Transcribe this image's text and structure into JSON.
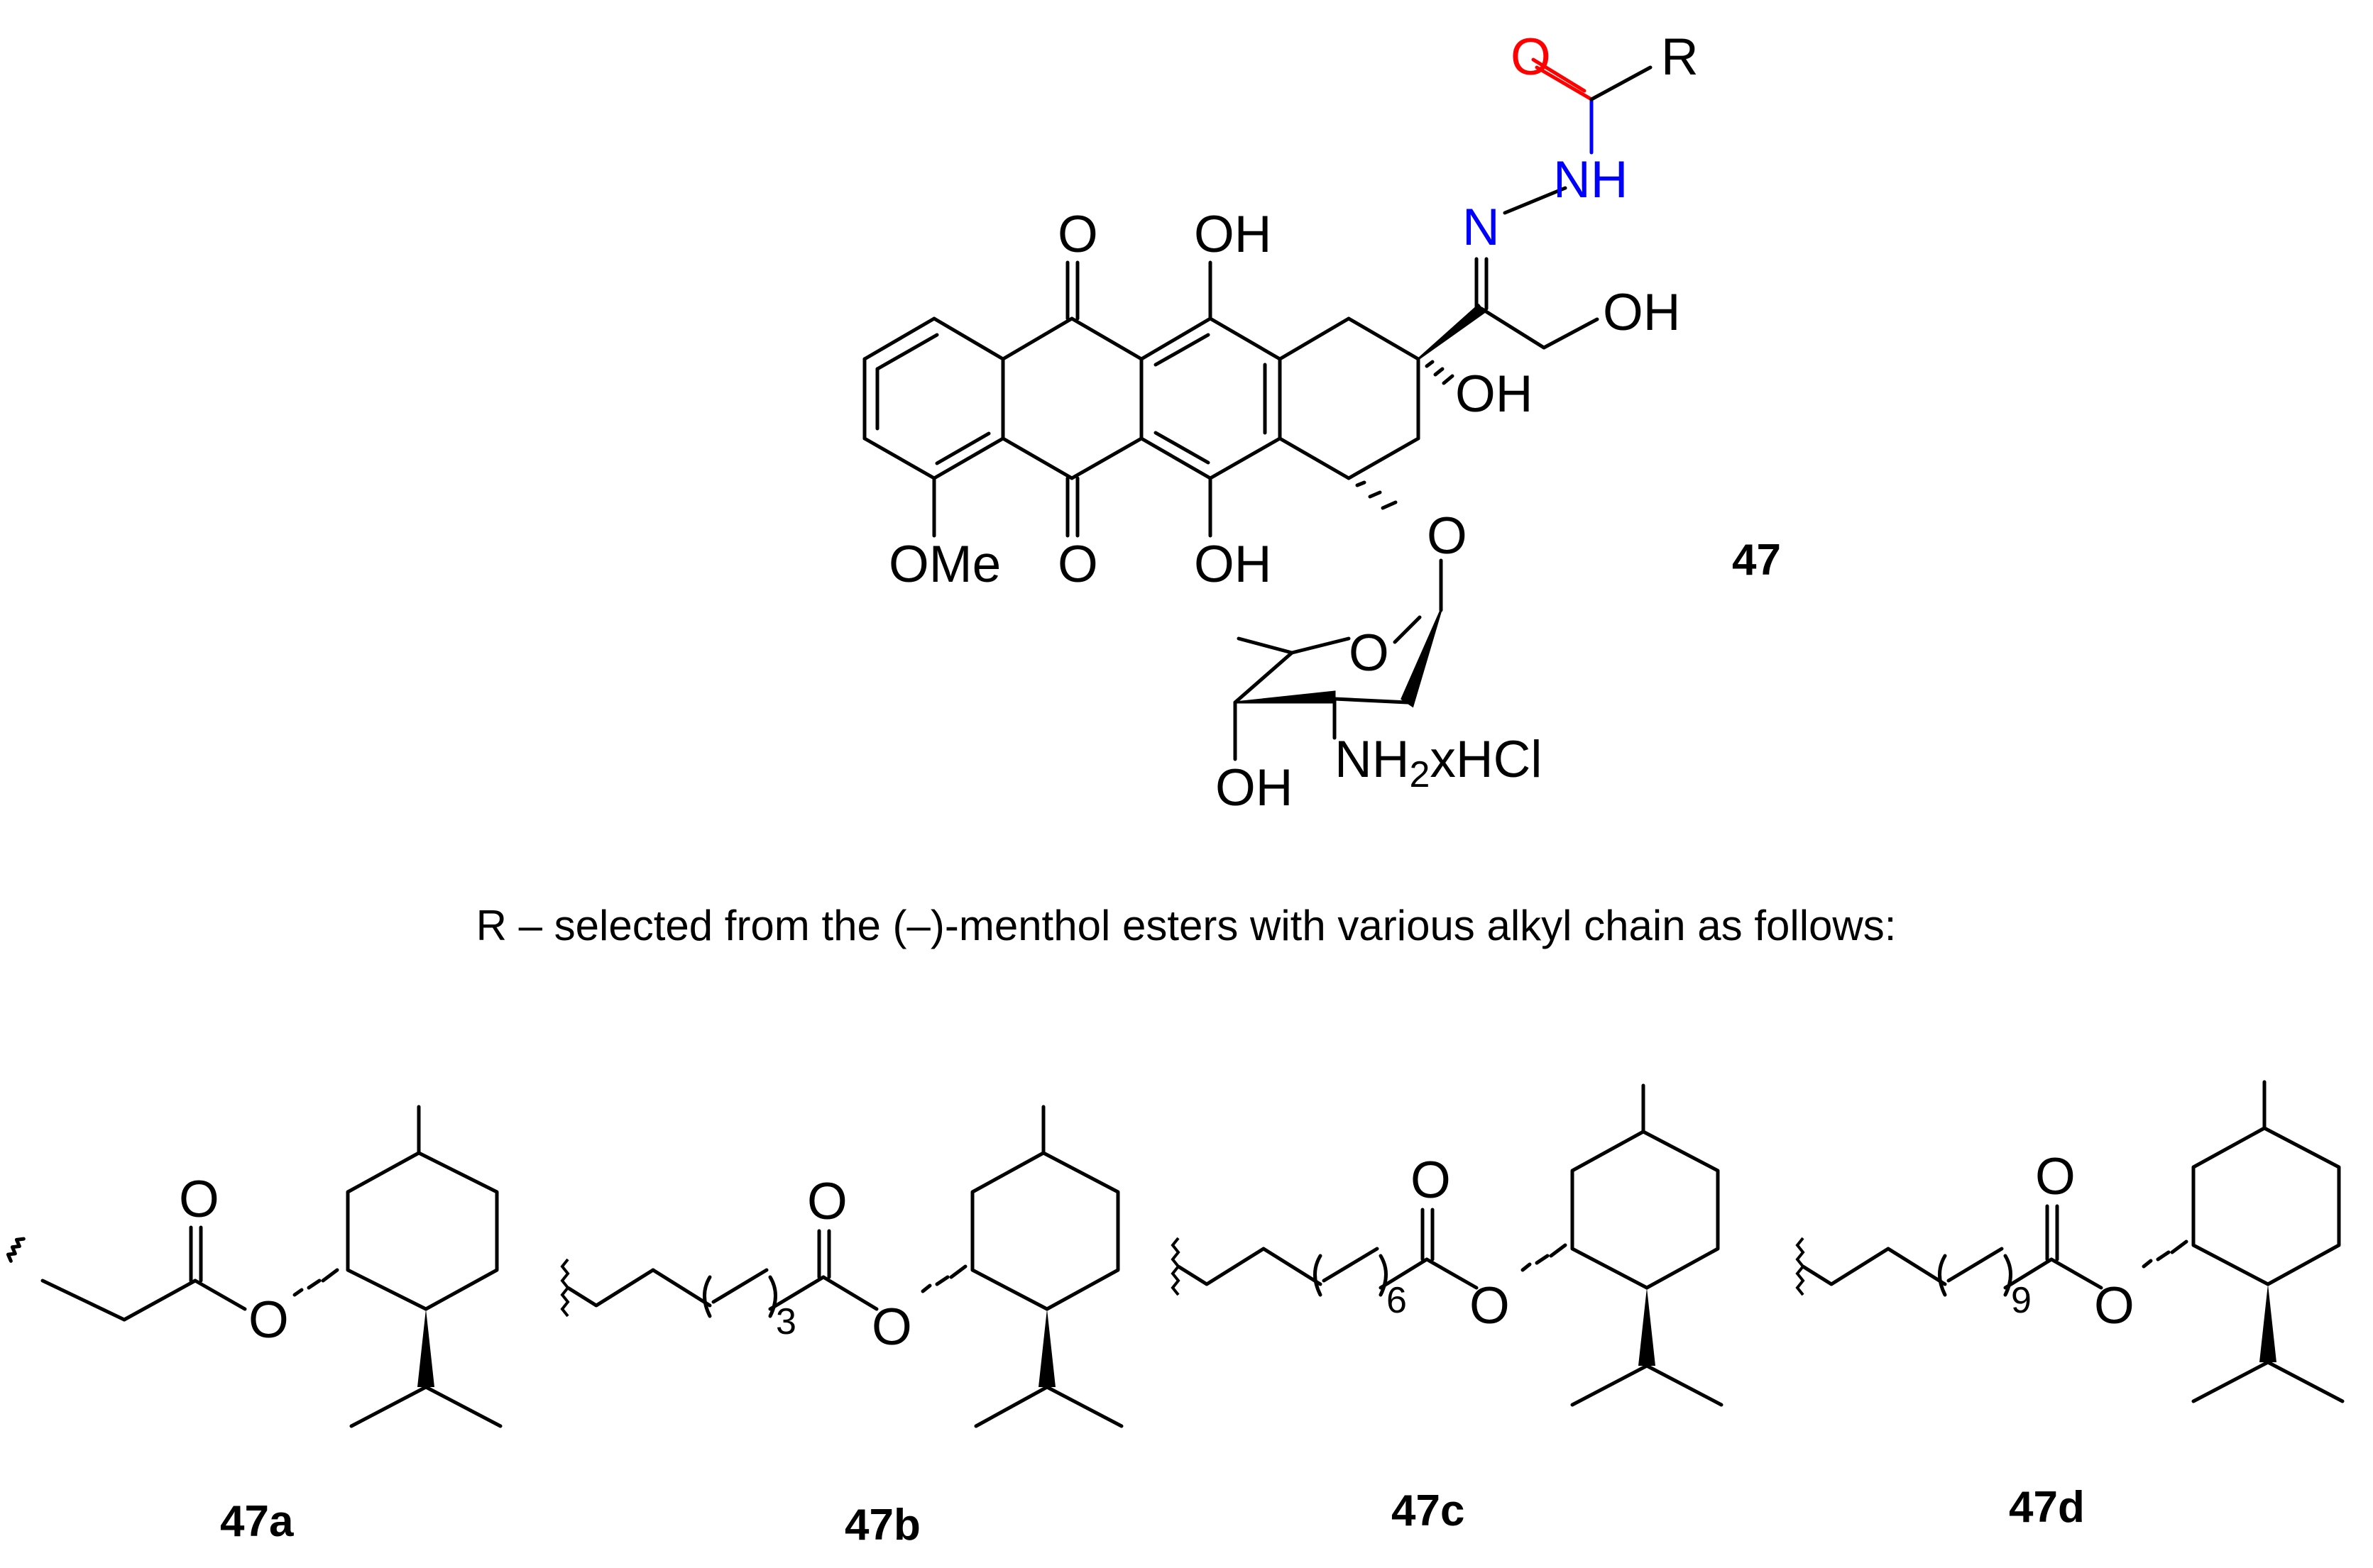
{
  "main_compound": {
    "label": "47",
    "atoms": {
      "carbonyl_o": "O",
      "r_group": "R",
      "nh": "NH",
      "n": "N",
      "quinone_o_top": "O",
      "oh_top": "OH",
      "oh_side": "OH",
      "oh_c9": "OH",
      "ome": "OMe",
      "quinone_o_bottom": "O",
      "oh_bottom": "OH",
      "glycosidic_o": "O",
      "ring_o": "O",
      "sugar_oh": "OH",
      "nh2_salt": "NH",
      "nh2_sub": "2",
      "hcl": "xHCl"
    },
    "colors": {
      "carbonyl": "#ff0000",
      "hydrazone": "#0000ff",
      "default": "#000000"
    }
  },
  "caption": "R – selected from the (–)-menthol esters with various alkyl chain as follows:",
  "variants": [
    {
      "label": "47a",
      "chain_index": "",
      "ester_o": "O",
      "ester_carbonyl_o": "O"
    },
    {
      "label": "47b",
      "chain_index": "3",
      "ester_o": "O",
      "ester_carbonyl_o": "O"
    },
    {
      "label": "47c",
      "chain_index": "6",
      "ester_o": "O",
      "ester_carbonyl_o": "O"
    },
    {
      "label": "47d",
      "chain_index": "9",
      "ester_o": "O",
      "ester_carbonyl_o": "O"
    }
  ]
}
